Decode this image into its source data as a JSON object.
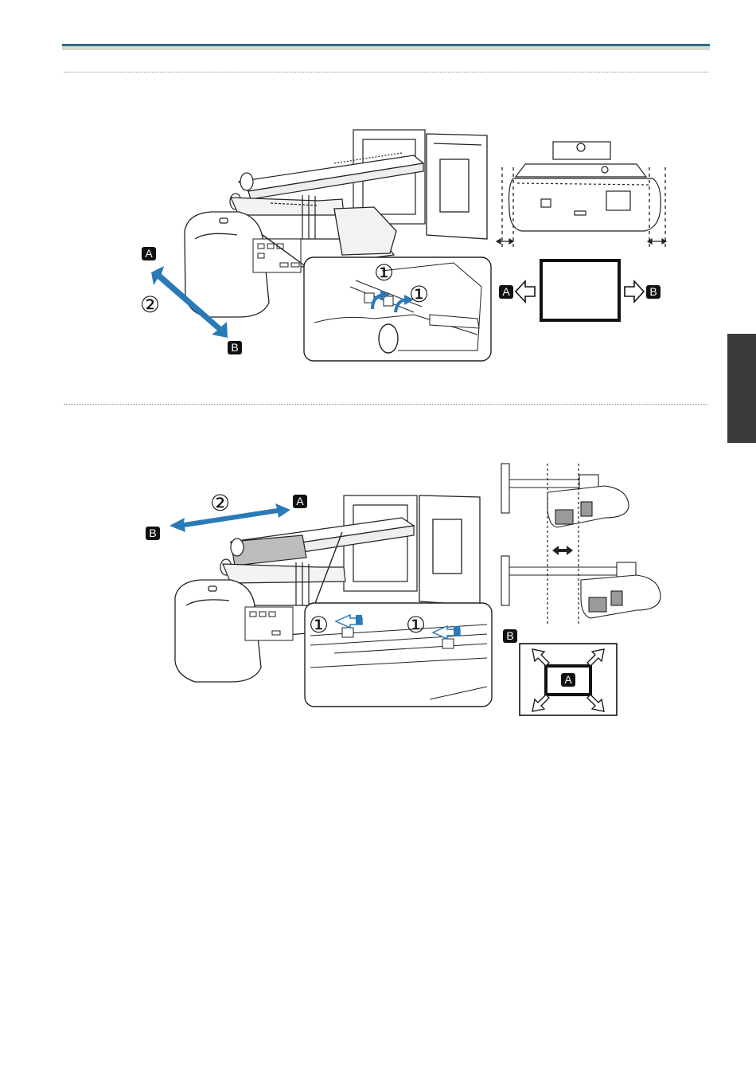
{
  "fig1": {
    "label_a": "A",
    "label_b": "B",
    "step1": "①",
    "step2": "②",
    "screen_label_a": "A",
    "screen_label_b": "B"
  },
  "fig2": {
    "label_a": "A",
    "label_b": "B",
    "step1": "①",
    "step2": "②",
    "legend_b": "B",
    "inner_a": "A"
  },
  "colors": {
    "accent_blue": "#2a7ab8",
    "header_blue": "#2f6e8e",
    "side_tab": "#3b3b3b"
  }
}
